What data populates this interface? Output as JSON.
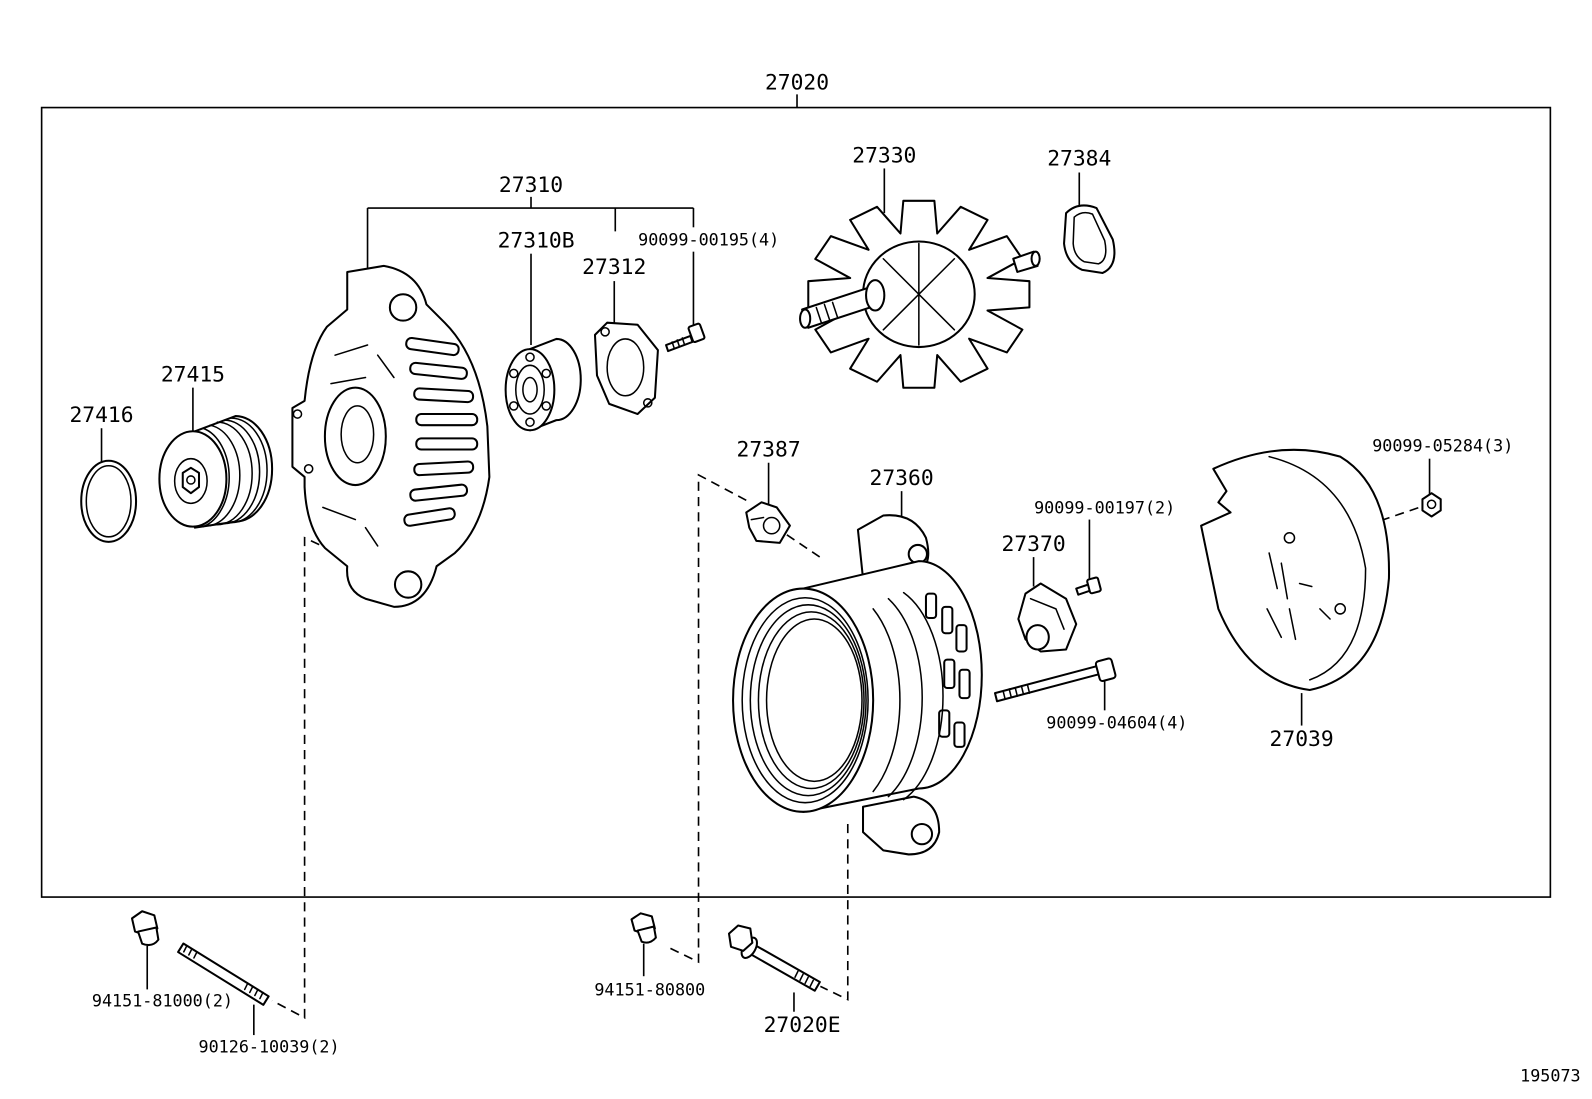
{
  "callouts": {
    "assembly": "27020",
    "front_frame": "27310",
    "bearing": "27310B",
    "retainer_plate": "27312",
    "retainer_screw": "90099-00195(4)",
    "rotor": "27330",
    "rotor_ring": "27384",
    "pulley": "27415",
    "pulley_ring": "27416",
    "insulator": "27387",
    "rear_frame": "27360",
    "holder_screw": "90099-00197(2)",
    "brush_holder": "27370",
    "cover_nut": "90099-05284(3)",
    "through_bolt": "90099-04604(4)",
    "rear_cover": "27039",
    "mount_nut": "94151-81000(2)",
    "mount_stud": "90126-10039(2)",
    "terminal_nut": "94151-80800",
    "mount_bolt": "27020E"
  },
  "drawing_number": "195073",
  "colors": {
    "line": "#000000",
    "background": "#ffffff"
  }
}
